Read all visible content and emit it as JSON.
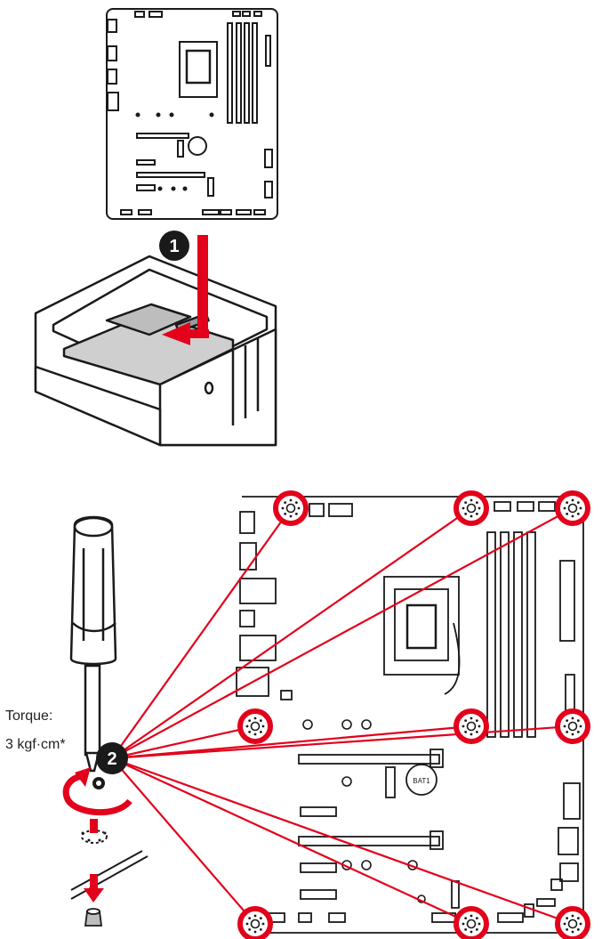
{
  "steps": [
    {
      "number": "1"
    },
    {
      "number": "2"
    }
  ],
  "torque": {
    "label": "Torque:",
    "value": "3 kgf·cm*"
  },
  "board_labels": {
    "battery": "BAT1"
  },
  "icons": {
    "screw_hole": "screw-hole-icon",
    "screwdriver": "screwdriver-icon",
    "standoff": "standoff-icon"
  },
  "colors": {
    "accent_red": "#e3001b",
    "outline": "#1a1a1a",
    "board_fill": "#ffffff",
    "case_fill": "#ffffff",
    "board_in_case": "#cfcfcf"
  }
}
